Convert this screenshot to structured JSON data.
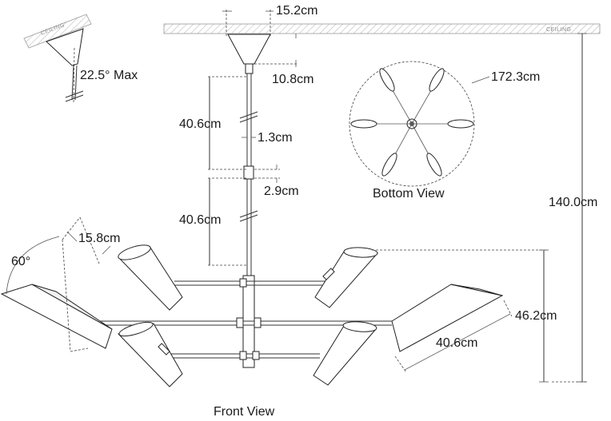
{
  "ceiling_label": "CEILING",
  "ceiling_label_small": "CEILING",
  "dimensions": {
    "canopy_width": "15.2cm",
    "canopy_height": "10.8cm",
    "max_angle": "22.5° Max",
    "rod_upper": "40.6cm",
    "rod_diameter": "1.3cm",
    "coupler": "2.9cm",
    "rod_lower": "40.6cm",
    "diameter": "172.3cm",
    "overall_height": "140.0cm",
    "shade_angle": "60°",
    "shade_depth": "15.8cm",
    "body_height": "46.2cm",
    "shade_length": "40.6cm"
  },
  "views": {
    "bottom": "Bottom View",
    "front": "Front View"
  }
}
